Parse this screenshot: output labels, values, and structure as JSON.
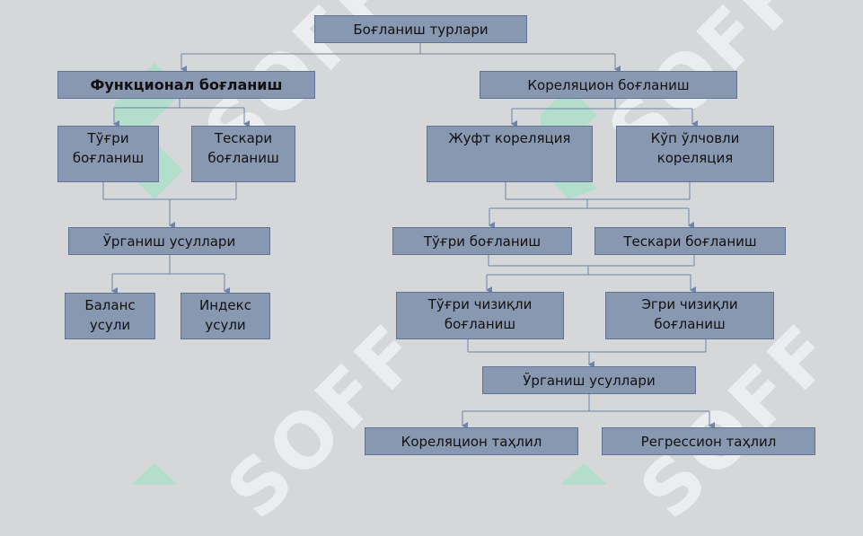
{
  "watermark": "SOFF",
  "colors": {
    "box_fill": "#8898b1",
    "box_border": "#5f7394",
    "connector": "#6e84a8",
    "background": "#d6d7d9",
    "watermark_mark": "#a6e0c6"
  },
  "nodes": {
    "root": "Боғланиш турлари",
    "functional": "Функционал боғланиш",
    "correlation": "Кореляцион боғланиш",
    "f_direct": "Тўғри\nбоғланиш",
    "f_inverse": "Тескари\nбоғланиш",
    "f_methods": "Ўрганиш усуллари",
    "balance": "Баланс\nусули",
    "index": "Индекс\nусули",
    "pair": "Жуфт кореляция",
    "multi": "Кўп ўлчовли\nкореляция",
    "c_direct": "Тўғри боғланиш",
    "c_inverse": "Тескари боғланиш",
    "linear": "Тўғри чизиқли\nбоғланиш",
    "curvilinear": "Эгри чизиқли боғланиш",
    "c_methods": "Ўрганиш усуллари",
    "corr_analysis": "Кореляцион таҳлил",
    "regr_analysis": "Регрессион таҳлил"
  }
}
